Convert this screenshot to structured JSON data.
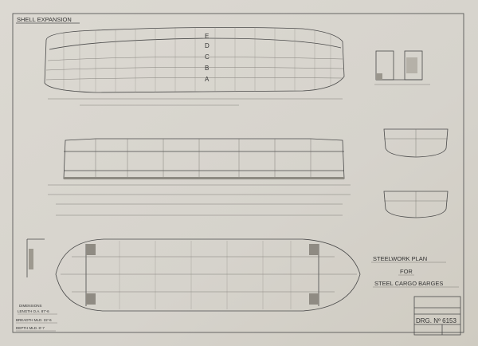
{
  "drawing": {
    "shell_title": "SHELL EXPANSION",
    "strakes": [
      "E",
      "D",
      "C",
      "B",
      "A"
    ],
    "title_line1": "STEELWORK PLAN",
    "title_line2": "FOR",
    "title_line3": "STEEL CARGO BARGES",
    "drawing_number": "DRG. Nº 6153",
    "dimensions_heading": "DIMENSIONS",
    "length": "LENGTH O.A. 87'-6",
    "breadth": "BREADTH MLD. 22'-6",
    "depth": "DEPTH MLD. 8'-7"
  }
}
